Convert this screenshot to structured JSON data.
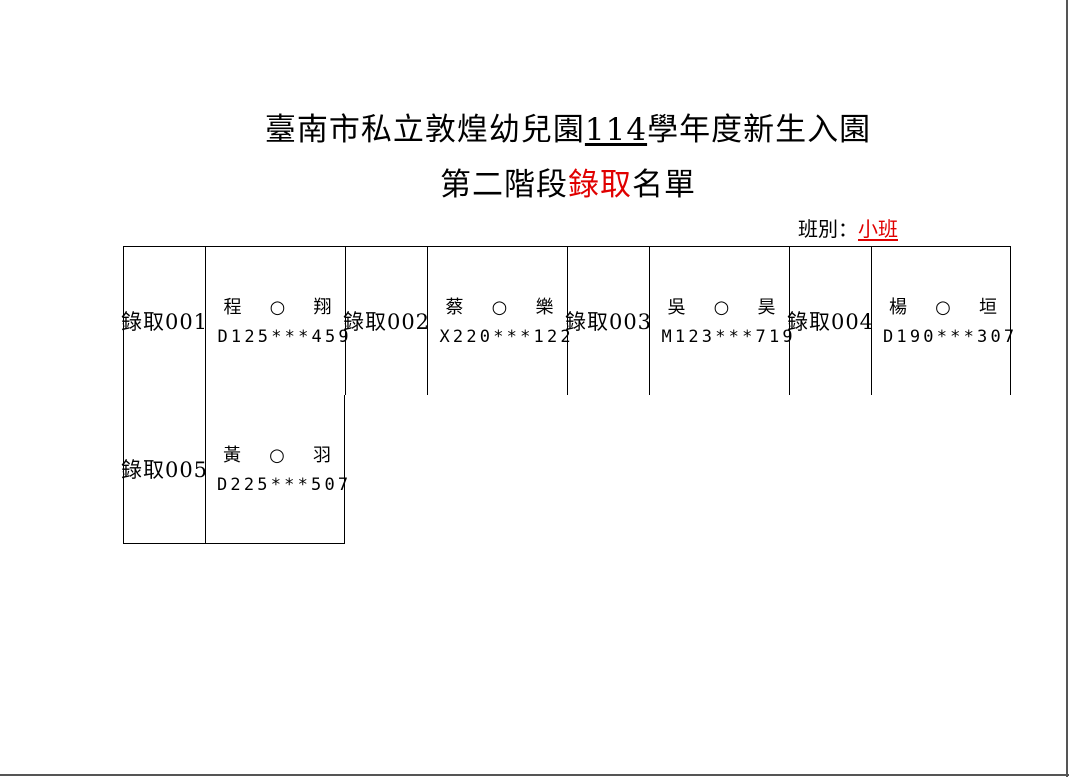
{
  "header": {
    "title_prefix": "臺南市私立敦煌幼兒園",
    "title_year": "114",
    "title_suffix": "學年度新生入園",
    "subtitle_prefix": "第二階段",
    "subtitle_highlight": "錄取",
    "subtitle_suffix": "名單",
    "class_label": "班別：",
    "class_value": "小班"
  },
  "colors": {
    "highlight": "#e00000"
  },
  "admissions": [
    {
      "label": "錄取001",
      "name": [
        "程",
        "○",
        "翔"
      ],
      "id": "D125***459"
    },
    {
      "label": "錄取002",
      "name": [
        "蔡",
        "○",
        "樂"
      ],
      "id": "X220***122"
    },
    {
      "label": "錄取003",
      "name": [
        "吳",
        "○",
        "昊"
      ],
      "id": "M123***719"
    },
    {
      "label": "錄取004",
      "name": [
        "楊",
        "○",
        "垣"
      ],
      "id": "D190***307"
    },
    {
      "label": "錄取005",
      "name": [
        "黃",
        "○",
        "羽"
      ],
      "id": "D225***507"
    }
  ]
}
